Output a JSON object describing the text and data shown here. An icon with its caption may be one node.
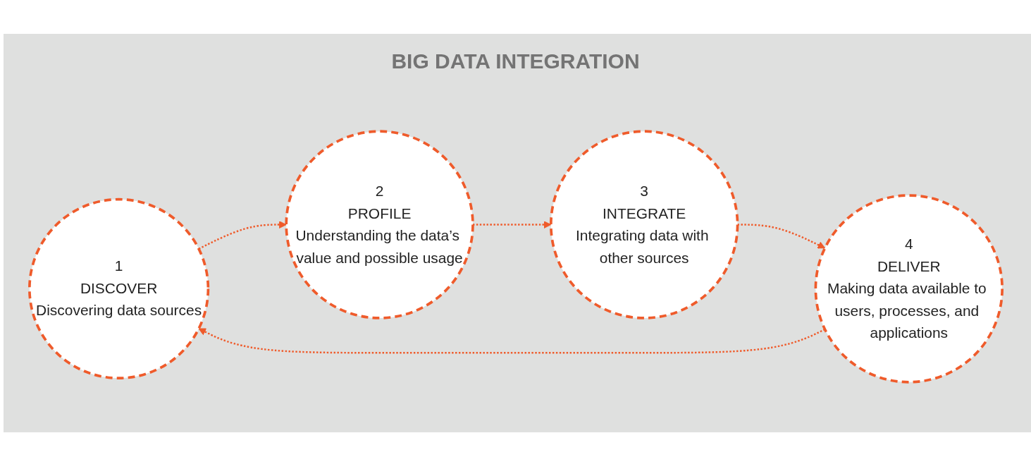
{
  "diagram": {
    "nodes": [
      {
        "text": [
          "1",
          "DISCOVER",
          "Discovering data sources"
        ]
      },
      {
        "text": [
          "2",
          "PROFILE",
          "Understanding the data’s value and possible usage"
        ]
      },
      {
        "text": [
          "3",
          "INTEGRATE",
          "Integrating data with other sources"
        ]
      },
      {
        "text": [
          "4",
          "DELIVER",
          "Making data available to users, processes, and applications"
        ]
      }
    ],
    "edges": [
      {
        "from": 0,
        "to": 1,
        "arrow": "to",
        "style": "dashed"
      },
      {
        "from": 1,
        "to": 2,
        "arrow": "to",
        "style": "dashed"
      },
      {
        "from": 2,
        "to": 3,
        "arrow": "to",
        "style": "dashed"
      },
      {
        "from": 3,
        "to": 0,
        "arrow": "to",
        "style": "dashed"
      }
    ],
    "labels": [
      "BIG DATA INTEGRATION"
    ]
  }
}
